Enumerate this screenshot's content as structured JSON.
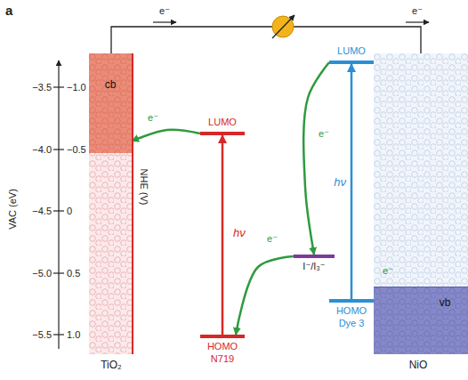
{
  "diagram": {
    "nodes": [
      {
        "text": [
          "TiO₂"
        ]
      },
      {
        "text": [
          "cb"
        ],
        "in": 0
      },
      {
        "text": [
          "LUMO"
        ]
      },
      {
        "text": [
          "HOMO",
          "N719"
        ]
      },
      {
        "text": [
          "I⁻/I₃⁻"
        ]
      },
      {
        "text": [
          "LUMO"
        ]
      },
      {
        "text": [
          "HOMO",
          "Dye 3"
        ]
      },
      {
        "text": [
          "NiO"
        ]
      },
      {
        "text": [
          "vb"
        ],
        "in": 7
      }
    ],
    "edges": [
      {
        "from": 3,
        "to": 2,
        "arrow": "to",
        "label": "hν"
      },
      {
        "from": 2,
        "to": 1,
        "arrow": "to",
        "label": "e⁻"
      },
      {
        "from": 4,
        "to": 3,
        "arrow": "to",
        "label": "e⁻"
      },
      {
        "from": 5,
        "to": 4,
        "arrow": "to",
        "label": "e⁻"
      },
      {
        "from": 6,
        "to": 5,
        "arrow": "to",
        "label": "hν"
      },
      {
        "from": 8,
        "to": 6,
        "arrow": "to",
        "label": "e⁻"
      },
      {
        "from": 0,
        "to": 7,
        "arrow": "none"
      }
    ],
    "labels": [
      "a",
      "VAC (eV)",
      "−3.5",
      "−4.0",
      "−4.5",
      "−5.0",
      "−5.5",
      "NHE (V)",
      "−1.0",
      "−0.5",
      "0",
      "0.5",
      "1.0",
      "e⁻",
      "e⁻"
    ]
  }
}
